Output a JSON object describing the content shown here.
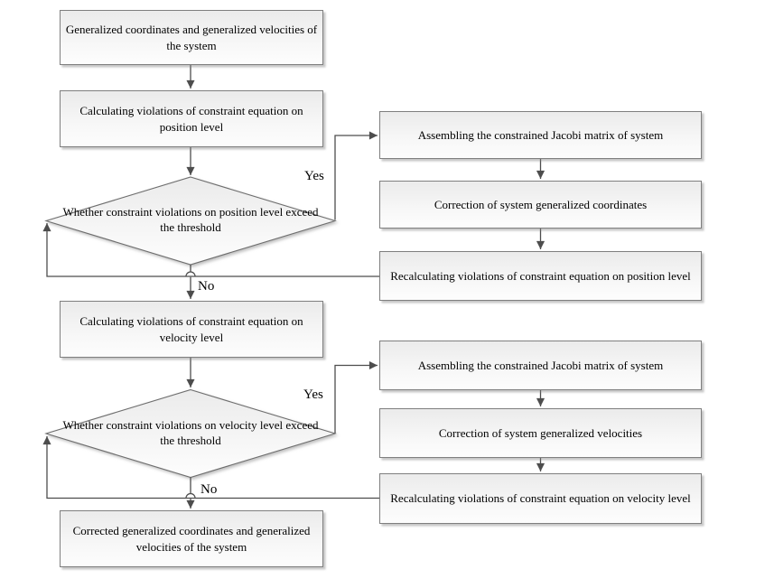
{
  "figure": {
    "type": "flowchart",
    "nodes": {
      "start": "Generalized coordinates and generalized velocities of the system",
      "calc_position": "Calculating violations of constraint equation on position level",
      "decision_position": "Whether constraint violations on position level exceed the threshold",
      "assemble_jacobi_position": "Assembling the constrained Jacobi matrix of system",
      "correct_coordinates": "Correction of system generalized coordinates",
      "recalc_position": "Recalculating violations of constraint equation on position level",
      "calc_velocity": "Calculating violations of constraint equation on velocity level",
      "decision_velocity": "Whether constraint violations on velocity level exceed the threshold",
      "assemble_jacobi_velocity": "Assembling the constrained Jacobi matrix of system",
      "correct_velocities": "Correction of system generalized velocities",
      "recalc_velocity": "Recalculating violations of constraint equation on velocity level",
      "end": "Corrected generalized coordinates and generalized velocities of the system"
    },
    "edge_labels": {
      "yes_position": "Yes",
      "no_position": "No",
      "yes_velocity": "Yes",
      "no_velocity": "No"
    },
    "colors": {
      "background": "#ffffff",
      "connector": "#4d4d4d",
      "shape_border": "#7f7f7f",
      "shape_fill_top": "#ebebeb",
      "shape_fill_bottom": "#fdfdfd",
      "text": "#000000"
    }
  }
}
